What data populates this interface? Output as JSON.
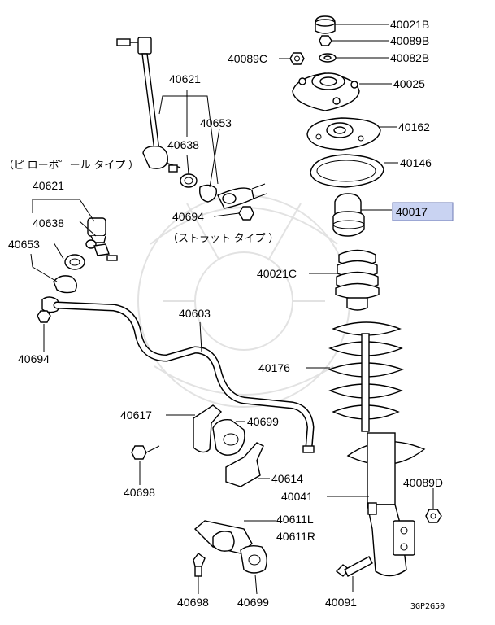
{
  "labels": {
    "p40021B": "40021B",
    "p40089B": "40089B",
    "p40089C": "40089C",
    "p40082B": "40082B",
    "p40025": "40025",
    "p40621_top": "40621",
    "p40653_top": "40653",
    "p40162": "40162",
    "p40638_top": "40638",
    "p40146": "40146",
    "pillow_note": "（ピ ローボ゜ール タイプ ）",
    "p40621_left": "40621",
    "p40017": "40017",
    "p40694_top": "40694",
    "p40638_left": "40638",
    "strut_note": "（ストラット タイプ ）",
    "p40653_left": "40653",
    "p40021C": "40021C",
    "p40603": "40603",
    "p40694_left": "40694",
    "p40176": "40176",
    "p40617": "40617",
    "p40699_mid": "40699",
    "p40614": "40614",
    "p40089D": "40089D",
    "p40698_mid": "40698",
    "p40041": "40041",
    "p40611L": "40611L",
    "p40611R": "40611R",
    "p40698_bot": "40698",
    "p40699_bot": "40699",
    "p40091": "40091",
    "diagram_code": "3GP2G50"
  },
  "highlight": {
    "part": "40017",
    "color": "#c9d3f2"
  }
}
